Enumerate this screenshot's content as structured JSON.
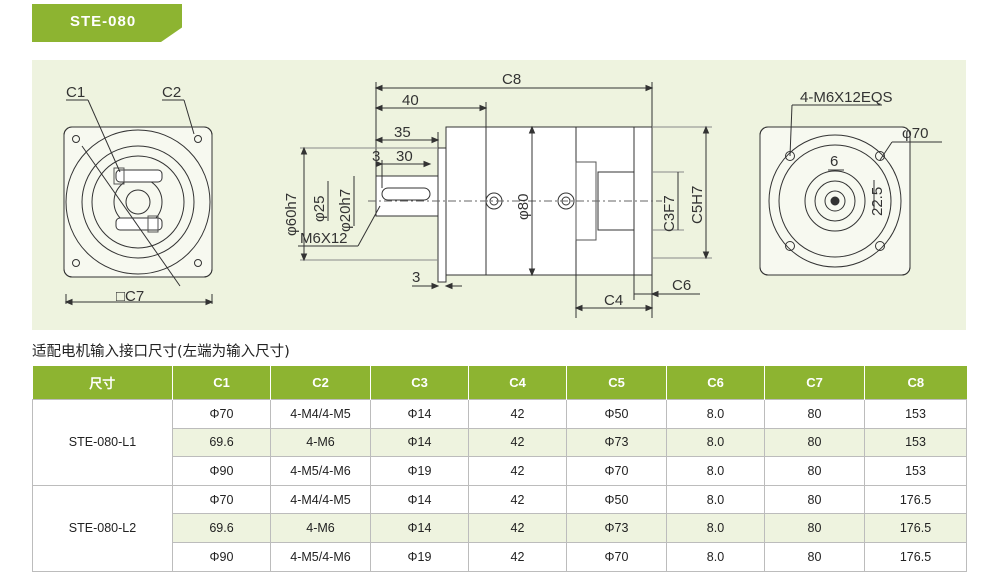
{
  "tag_title": "STE-080",
  "drawing": {
    "labels": {
      "c1": "C1",
      "c2": "C2",
      "c7": "□C7",
      "c8": "C8",
      "d40": "40",
      "d35": "35",
      "d30": "30",
      "d3a": "3",
      "d3b": "3",
      "phi60h7": "φ60h7",
      "phi25": "φ25",
      "phi20h7": "φ20h7",
      "m6x12": "M6X12",
      "phi80": "φ80",
      "c3f7": "C3F7",
      "c5h7": "C5H7",
      "c4": "C4",
      "c6": "C6",
      "holes": "4-M6X12EQS",
      "phi70": "φ70",
      "d6": "6",
      "d225": "22.5"
    }
  },
  "caption": "适配电机输入接口尺寸(左端为输入尺寸)",
  "table": {
    "headers": [
      "尺寸",
      "C1",
      "C2",
      "C3",
      "C4",
      "C5",
      "C6",
      "C7",
      "C8"
    ],
    "groups": [
      {
        "model": "STE-080-L1",
        "rows": [
          [
            "Φ70",
            "4-M4/4-M5",
            "Φ14",
            "42",
            "Φ50",
            "8.0",
            "80",
            "153"
          ],
          [
            "69.6",
            "4-M6",
            "Φ14",
            "42",
            "Φ73",
            "8.0",
            "80",
            "153"
          ],
          [
            "Φ90",
            "4-M5/4-M6",
            "Φ19",
            "42",
            "Φ70",
            "8.0",
            "80",
            "153"
          ]
        ]
      },
      {
        "model": "STE-080-L2",
        "rows": [
          [
            "Φ70",
            "4-M4/4-M5",
            "Φ14",
            "42",
            "Φ50",
            "8.0",
            "80",
            "176.5"
          ],
          [
            "69.6",
            "4-M6",
            "Φ14",
            "42",
            "Φ73",
            "8.0",
            "80",
            "176.5"
          ],
          [
            "Φ90",
            "4-M5/4-M6",
            "Φ19",
            "42",
            "Φ70",
            "8.0",
            "80",
            "176.5"
          ]
        ]
      }
    ]
  },
  "colors": {
    "accent": "#8db431",
    "drawing_bg": "#eef3df",
    "row_alt": "#eef3df"
  }
}
